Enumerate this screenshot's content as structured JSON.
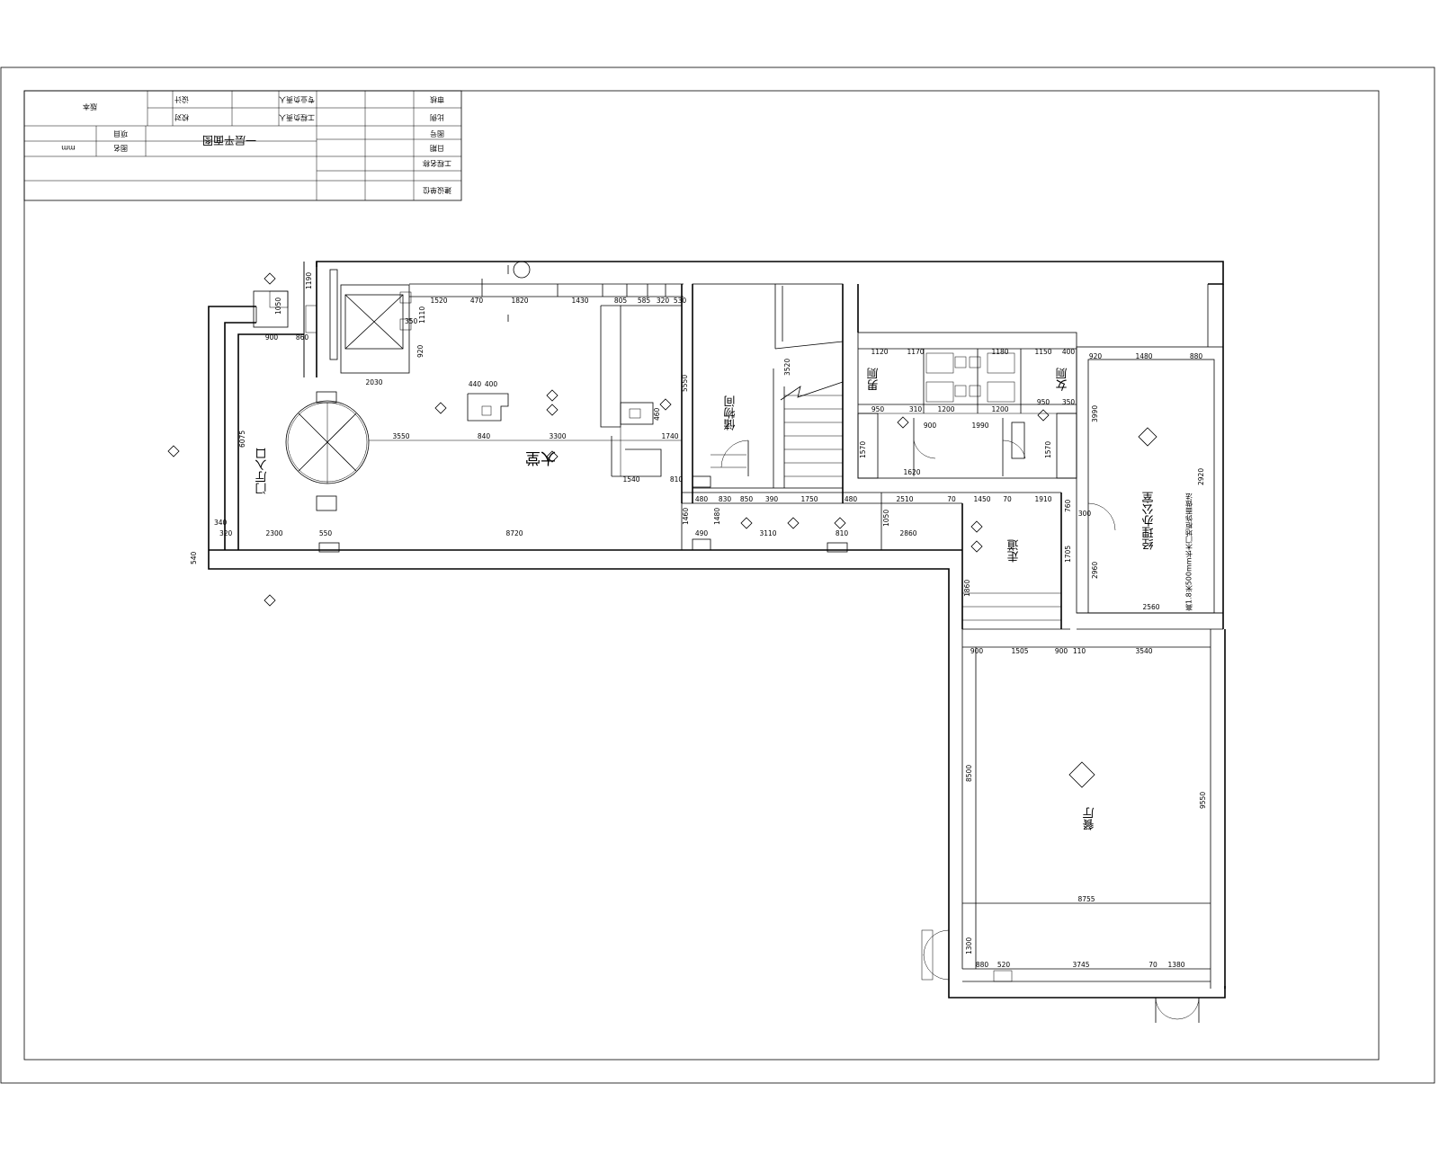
{
  "title_block": {
    "drawing_title": "一层平面图",
    "cells": [
      "设计",
      "校对",
      "审核",
      "比例",
      "图号",
      "日期",
      "专业负责人",
      "工程负责人",
      "工程名称",
      "建设单位",
      "项目",
      "图名",
      "mm",
      "版本"
    ]
  },
  "rooms": {
    "entrance": "门厅入口",
    "hall": "大堂",
    "storage": "储物间",
    "mens_wc": "男厕",
    "womens_wc": "女厕",
    "corridor": "走道",
    "manager_office": "经理办公室",
    "restaurant": "餐厅",
    "note": "高1.8米500mm长木门地柜饰面做法"
  },
  "dimensions": {
    "top_row": [
      "1520",
      "470",
      "1820",
      "1430",
      "805",
      "585",
      "320",
      "530"
    ],
    "lobby_row": [
      "3550",
      "840",
      "3300",
      "1740"
    ],
    "entry_lower": [
      "2300",
      "550",
      "8720"
    ],
    "entry_left": [
      "340",
      "320",
      "540"
    ],
    "entry_vert": [
      "6075",
      "1050",
      "1190"
    ],
    "elevator": [
      "900",
      "860",
      "2030",
      "350",
      "920",
      "1110"
    ],
    "reception": [
      "440",
      "400",
      "1540",
      "810",
      "460"
    ],
    "corridor_row1": [
      "480",
      "830",
      "850",
      "390",
      "1750",
      "480",
      "2510",
      "70",
      "1450",
      "70",
      "1910"
    ],
    "corridor_row2": [
      "490",
      "3110",
      "810",
      "2860"
    ],
    "corridor_vert": [
      "1460",
      "1480",
      "1050",
      "1705",
      "1860",
      "300",
      "760"
    ],
    "wc_top": [
      "1120",
      "1170",
      "1180",
      "1150",
      "400"
    ],
    "wc_mid": [
      "950",
      "310",
      "1200",
      "1200",
      "950",
      "350"
    ],
    "wc_low": [
      "1570",
      "1620",
      "1990",
      "1570",
      "900"
    ],
    "office": [
      "920",
      "1480",
      "880",
      "3990",
      "2920",
      "2960",
      "2560"
    ],
    "restaurant_top": [
      "900",
      "1505",
      "900",
      "110",
      "3540"
    ],
    "restaurant_side": [
      "8500",
      "9550",
      "1300"
    ],
    "restaurant_bottom": [
      "8755",
      "880",
      "520",
      "3745",
      "70",
      "1380"
    ],
    "storage_vert": [
      "5550",
      "3520"
    ]
  }
}
